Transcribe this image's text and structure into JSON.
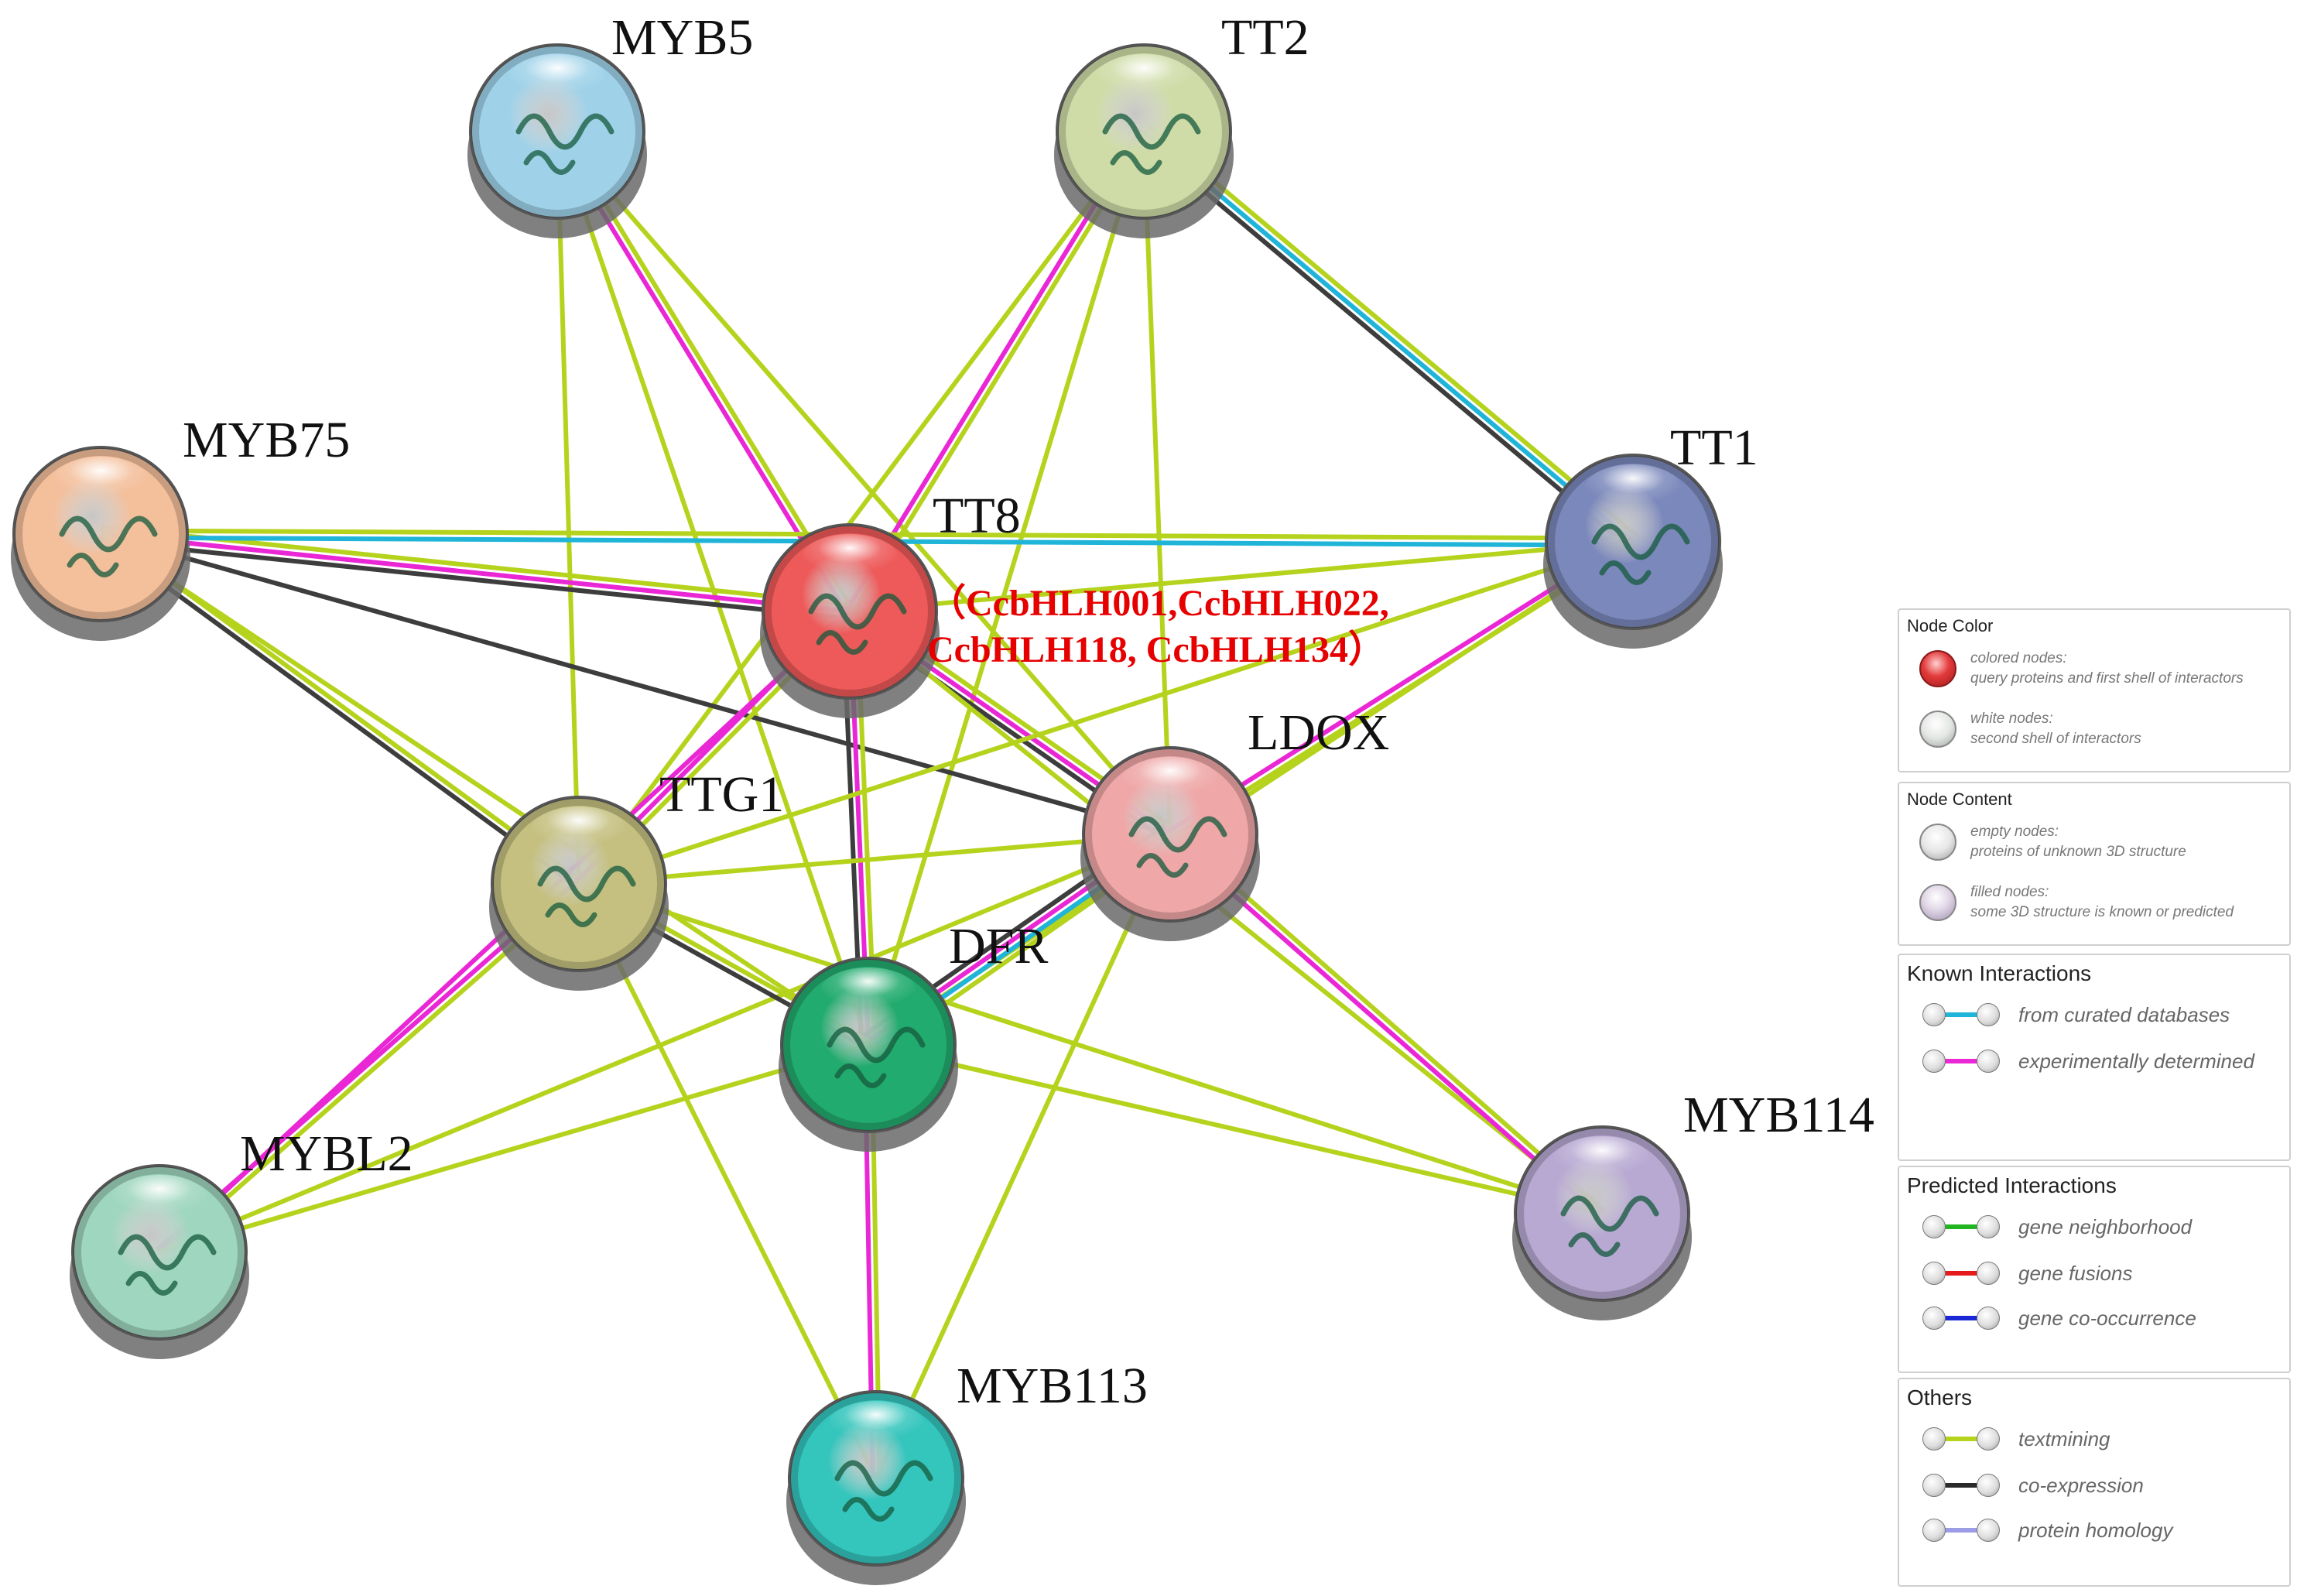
{
  "nodes": [
    {
      "id": "MYB5",
      "label": "MYB5",
      "color": "#9fd2e9"
    },
    {
      "id": "TT2",
      "label": "TT2",
      "color": "#cfdca7"
    },
    {
      "id": "MYB75",
      "label": "MYB75",
      "color": "#f4bf9b"
    },
    {
      "id": "TT8",
      "label": "TT8",
      "color": "#ee5a5a"
    },
    {
      "id": "TT1",
      "label": "TT1",
      "color": "#7b88bb"
    },
    {
      "id": "LDOX",
      "label": "LDOX",
      "color": "#efa7a7"
    },
    {
      "id": "TTG1",
      "label": "TTG1",
      "color": "#c5c080"
    },
    {
      "id": "DFR",
      "label": "DFR",
      "color": "#22ab6e"
    },
    {
      "id": "MYBL2",
      "label": "MYBL2",
      "color": "#9fd6bf"
    },
    {
      "id": "MYB114",
      "label": "MYB114",
      "color": "#b7a9d2"
    },
    {
      "id": "MYB113",
      "label": "MYB113",
      "color": "#34c5bc"
    }
  ],
  "query_annotation": {
    "line1": "（CcbHLH001,CcbHLH022,",
    "line2": "CcbHLH118, CcbHLH134）"
  },
  "edges": [
    {
      "source": "MYB5",
      "target": "TT8",
      "types": [
        "textmining",
        "experimental"
      ]
    },
    {
      "source": "MYB5",
      "target": "TTG1",
      "types": [
        "textmining"
      ]
    },
    {
      "source": "MYB5",
      "target": "DFR",
      "types": [
        "textmining"
      ]
    },
    {
      "source": "MYB5",
      "target": "LDOX",
      "types": [
        "textmining"
      ]
    },
    {
      "source": "TT2",
      "target": "TT8",
      "types": [
        "textmining",
        "experimental"
      ]
    },
    {
      "source": "TT2",
      "target": "TT1",
      "types": [
        "textmining",
        "curated",
        "coexpression"
      ]
    },
    {
      "source": "TT2",
      "target": "LDOX",
      "types": [
        "textmining"
      ]
    },
    {
      "source": "TT2",
      "target": "DFR",
      "types": [
        "textmining"
      ]
    },
    {
      "source": "TT2",
      "target": "TTG1",
      "types": [
        "textmining"
      ]
    },
    {
      "source": "MYB75",
      "target": "TT8",
      "types": [
        "textmining",
        "experimental",
        "coexpression"
      ]
    },
    {
      "source": "MYB75",
      "target": "TT1",
      "types": [
        "textmining",
        "curated"
      ]
    },
    {
      "source": "MYB75",
      "target": "LDOX",
      "types": [
        "coexpression"
      ]
    },
    {
      "source": "MYB75",
      "target": "TTG1",
      "types": [
        "textmining",
        "coexpression"
      ]
    },
    {
      "source": "MYB75",
      "target": "DFR",
      "types": [
        "textmining"
      ]
    },
    {
      "source": "TT8",
      "target": "TTG1",
      "types": [
        "textmining",
        "experimental"
      ]
    },
    {
      "source": "TT8",
      "target": "DFR",
      "types": [
        "textmining",
        "experimental",
        "coexpression"
      ]
    },
    {
      "source": "TT8",
      "target": "LDOX",
      "types": [
        "textmining",
        "experimental",
        "coexpression"
      ]
    },
    {
      "source": "TT8",
      "target": "MYBL2",
      "types": [
        "experimental"
      ]
    },
    {
      "source": "TT8",
      "target": "MYB114",
      "types": [
        "textmining"
      ]
    },
    {
      "source": "TT1",
      "target": "TT8",
      "types": [
        "textmining"
      ]
    },
    {
      "source": "TT1",
      "target": "LDOX",
      "types": [
        "textmining",
        "experimental"
      ]
    },
    {
      "source": "TT1",
      "target": "DFR",
      "types": [
        "textmining"
      ]
    },
    {
      "source": "TT1",
      "target": "TTG1",
      "types": [
        "textmining"
      ]
    },
    {
      "source": "LDOX",
      "target": "TTG1",
      "types": [
        "textmining"
      ]
    },
    {
      "source": "LDOX",
      "target": "DFR",
      "types": [
        "textmining",
        "curated",
        "experimental",
        "coexpression"
      ]
    },
    {
      "source": "LDOX",
      "target": "MYB114",
      "types": [
        "textmining",
        "experimental"
      ]
    },
    {
      "source": "LDOX",
      "target": "MYB113",
      "types": [
        "textmining"
      ]
    },
    {
      "source": "LDOX",
      "target": "MYBL2",
      "types": [
        "textmining"
      ]
    },
    {
      "source": "TTG1",
      "target": "DFR",
      "types": [
        "textmining",
        "coexpression"
      ]
    },
    {
      "source": "TTG1",
      "target": "MYBL2",
      "types": [
        "textmining",
        "experimental"
      ]
    },
    {
      "source": "TTG1",
      "target": "MYB113",
      "types": [
        "textmining"
      ]
    },
    {
      "source": "TTG1",
      "target": "MYB114",
      "types": [
        "textmining"
      ]
    },
    {
      "source": "DFR",
      "target": "MYB113",
      "types": [
        "textmining",
        "experimental"
      ]
    },
    {
      "source": "DFR",
      "target": "MYB114",
      "types": [
        "textmining"
      ]
    },
    {
      "source": "DFR",
      "target": "MYBL2",
      "types": [
        "textmining"
      ]
    }
  ],
  "edge_colors": {
    "textmining": "#b5d31d",
    "experimental": "#ea27d5",
    "curated": "#1fb4d8",
    "coexpression": "#3d3d3d"
  },
  "legend": {
    "node_color": {
      "title": "Node Color",
      "entries": [
        {
          "icon": "red-node-icon",
          "line1": "colored nodes:",
          "line2": "query proteins and first shell of interactors"
        },
        {
          "icon": "white-node-icon",
          "line1": "white nodes:",
          "line2": "second shell of interactors"
        }
      ]
    },
    "node_content": {
      "title": "Node Content",
      "entries": [
        {
          "icon": "empty-node-icon",
          "line1": "empty nodes:",
          "line2": "proteins of unknown 3D structure"
        },
        {
          "icon": "filled-node-icon",
          "line1": "filled nodes:",
          "line2": "some 3D structure is known or predicted"
        }
      ]
    },
    "known": {
      "title": "Known Interactions",
      "entries": [
        {
          "label": "from curated databases",
          "color": "#1fb4d8"
        },
        {
          "label": "experimentally determined",
          "color": "#ea27d5"
        }
      ]
    },
    "predicted": {
      "title": "Predicted Interactions",
      "entries": [
        {
          "label": "gene neighborhood",
          "color": "#22b522"
        },
        {
          "label": "gene fusions",
          "color": "#e51b1b"
        },
        {
          "label": "gene co-occurrence",
          "color": "#1b28d6"
        }
      ]
    },
    "others": {
      "title": "Others",
      "entries": [
        {
          "label": "textmining",
          "color": "#b5d31d"
        },
        {
          "label": "co-expression",
          "color": "#2a2a2a"
        },
        {
          "label": "protein homology",
          "color": "#9b9be6"
        }
      ]
    }
  }
}
